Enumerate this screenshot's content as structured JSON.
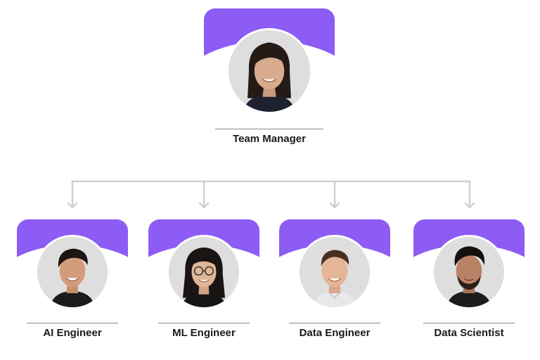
{
  "manager": {
    "role": "Team Manager"
  },
  "team": [
    {
      "role": "AI Engineer"
    },
    {
      "role": "ML Engineer"
    },
    {
      "role": "Data Engineer"
    },
    {
      "role": "Data Scientist"
    }
  ],
  "colors": {
    "accent": "#8c5cf5",
    "connector": "#cfcfcf",
    "avatar_background": "#dcdcdc",
    "label_text": "#1a1a1a"
  }
}
